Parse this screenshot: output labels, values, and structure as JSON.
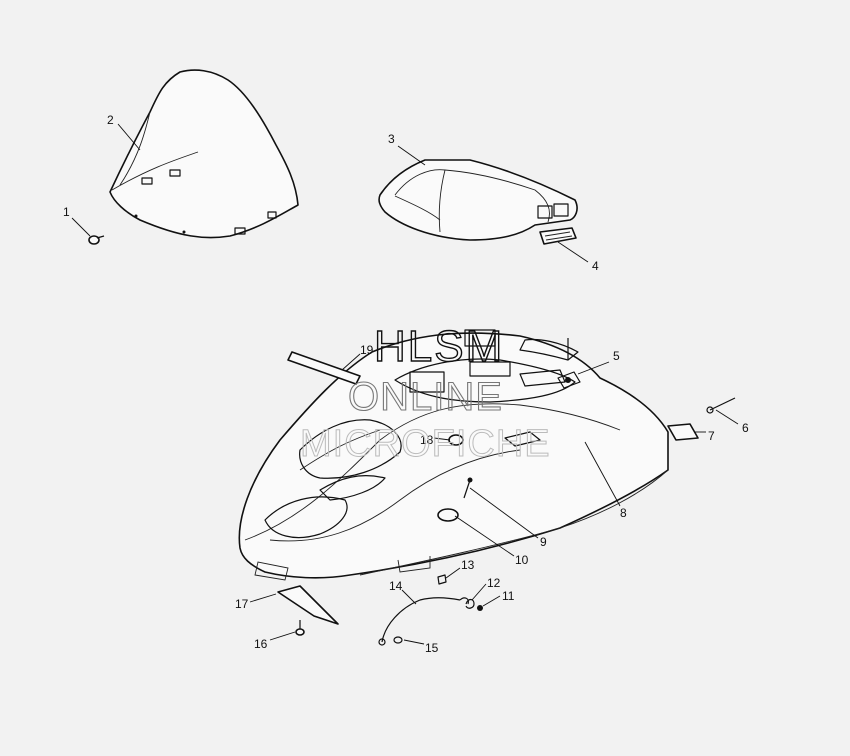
{
  "callouts": {
    "c1": "1",
    "c2": "2",
    "c3": "3",
    "c4": "4",
    "c5": "5",
    "c6": "6",
    "c7": "7",
    "c8": "8",
    "c9": "9",
    "c10": "10",
    "c11": "11",
    "c12": "12",
    "c13": "13",
    "c14": "14",
    "c15": "15",
    "c16": "16",
    "c17": "17",
    "c18": "18",
    "c19": "19"
  },
  "watermark": {
    "line1": "HLSM",
    "line2": "ONLINE",
    "line3": "MICROFICHE"
  }
}
